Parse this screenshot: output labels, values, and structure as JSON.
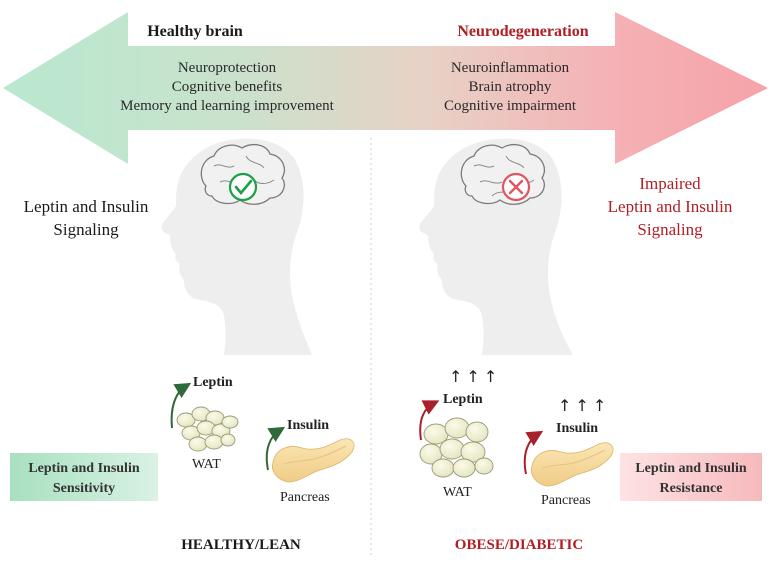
{
  "arrow": {
    "left_title": "Healthy brain",
    "right_title": "Neurodegeneration",
    "left_items": [
      "Neuroprotection",
      "Cognitive benefits",
      "Memory and learning improvement"
    ],
    "right_items": [
      "Neuroinflammation",
      "Brain atrophy",
      "Cognitive impairment"
    ]
  },
  "left_panel": {
    "signaling_lines": [
      "Leptin and Insulin",
      "Signaling"
    ],
    "leptin_label": "Leptin",
    "insulin_label": "Insulin",
    "wat_label": "WAT",
    "pancreas_label": "Pancreas",
    "state_box_lines": [
      "Leptin and Insulin",
      "Sensitivity"
    ],
    "footer": "HEALTHY/LEAN"
  },
  "right_panel": {
    "signaling_lines": [
      "Impaired",
      "Leptin and Insulin",
      "Signaling"
    ],
    "leptin_label": "Leptin",
    "insulin_label": "Insulin",
    "wat_label": "WAT",
    "pancreas_label": "Pancreas",
    "state_box_lines": [
      "Leptin and Insulin",
      "Resistance"
    ],
    "footer": "OBESE/DIABETIC",
    "increase_arrows": "↑↑↑"
  },
  "colors": {
    "healthy_green": "#b9e8cf",
    "disease_pink": "#f5a3a8",
    "check_green": "#1e9e46",
    "cross_red": "#e05560",
    "dark_red": "#b01e24",
    "arrow_green": "#2f6b3a",
    "arrow_red": "#a8202a"
  },
  "icons": {
    "healthy_brain": "brain-check-icon",
    "disease_brain": "brain-cross-icon"
  }
}
